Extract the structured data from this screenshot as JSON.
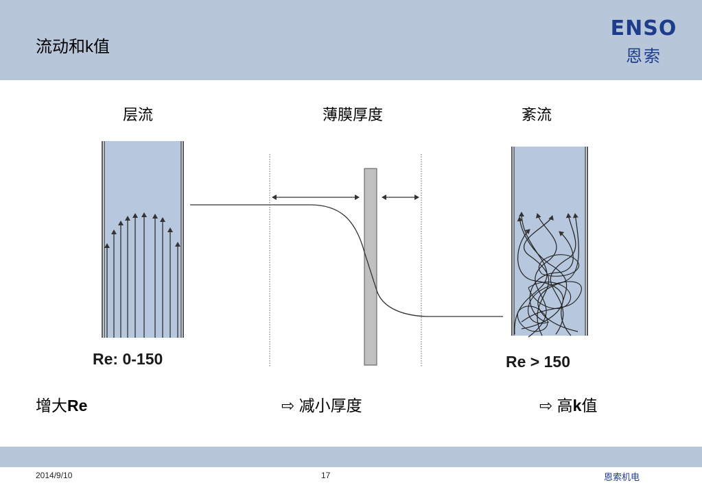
{
  "slide": {
    "title": "流动和k值"
  },
  "logo": {
    "mark_text": "ENSO",
    "chinese_text": "恩索"
  },
  "columns": {
    "laminar_label": "层流",
    "film_label": "薄膜厚度",
    "turbulent_label": "紊流"
  },
  "reynolds": {
    "laminar": "Re: 0-150",
    "turbulent": "Re > 150"
  },
  "bottom": {
    "increase_prefix": "增大",
    "increase_bold": "Re",
    "arrow_glyph": "⇨",
    "reduce_text": "减小厚度",
    "high_prefix": "高",
    "high_bold": "k",
    "high_suffix": "值"
  },
  "footer": {
    "date": "2014/9/10",
    "page": "17",
    "company": "恩索机电"
  },
  "colors": {
    "band": "#b8c6da",
    "pipe_fill": "#b7c7dd",
    "wall_fill": "#c0c0c0",
    "brand": "#1d3c8c"
  }
}
